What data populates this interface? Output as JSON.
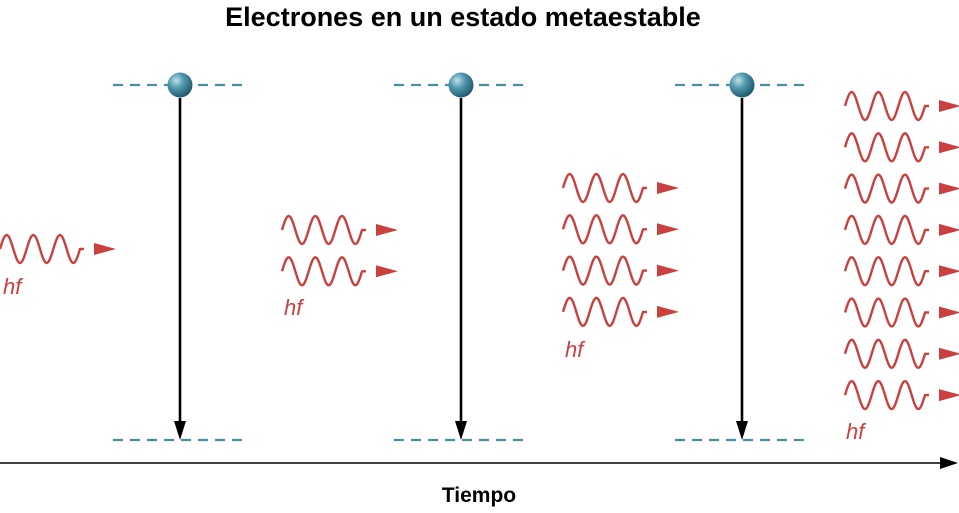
{
  "title": "Electrones en un estado metaestable",
  "axis": {
    "label": "Tiempo"
  },
  "photon_label": "hf",
  "colors": {
    "photon": "#c9403f",
    "level": "#4a8fa0",
    "electron": "#4f97ad",
    "arrow": "#000000"
  },
  "stages": [
    {
      "photon_count": 1,
      "has_transition": false
    },
    {
      "photon_count": 2,
      "has_transition": true
    },
    {
      "photon_count": 4,
      "has_transition": true
    },
    {
      "photon_count": 8,
      "has_transition": true
    }
  ]
}
